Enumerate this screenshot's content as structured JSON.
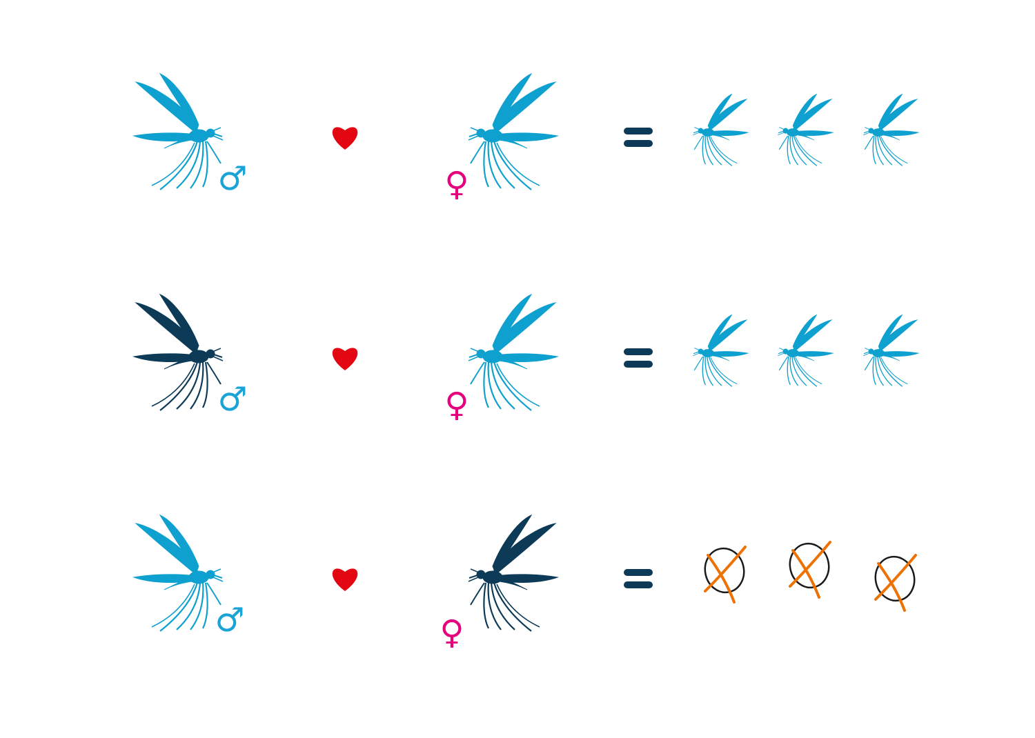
{
  "colors": {
    "wild": "#0ea0cf",
    "modified": "#0c3a57",
    "male_symbol": "#19a3d6",
    "female_symbol": "#e5007e",
    "heart": "#e30613",
    "equals": "#0c3a57",
    "cross": "#ee7203",
    "circle": "#1a1a1a"
  },
  "symbols": {
    "male": "♂",
    "female": "♀",
    "heart": "♥",
    "equals": "="
  },
  "crosses": [
    {
      "male": "wild",
      "female": "wild",
      "offspring": [
        "wild",
        "wild",
        "wild"
      ]
    },
    {
      "male": "modified",
      "female": "wild",
      "offspring": [
        "wild",
        "wild",
        "wild"
      ]
    },
    {
      "male": "wild",
      "female": "modified",
      "offspring": [
        "none",
        "none",
        "none"
      ]
    }
  ],
  "icons": {
    "mosquito": "mosquito-icon",
    "male": "male-symbol-icon",
    "female": "female-symbol-icon",
    "heart": "heart-icon",
    "equals": "equals-icon",
    "no_offspring": "crossed-circle-icon"
  }
}
